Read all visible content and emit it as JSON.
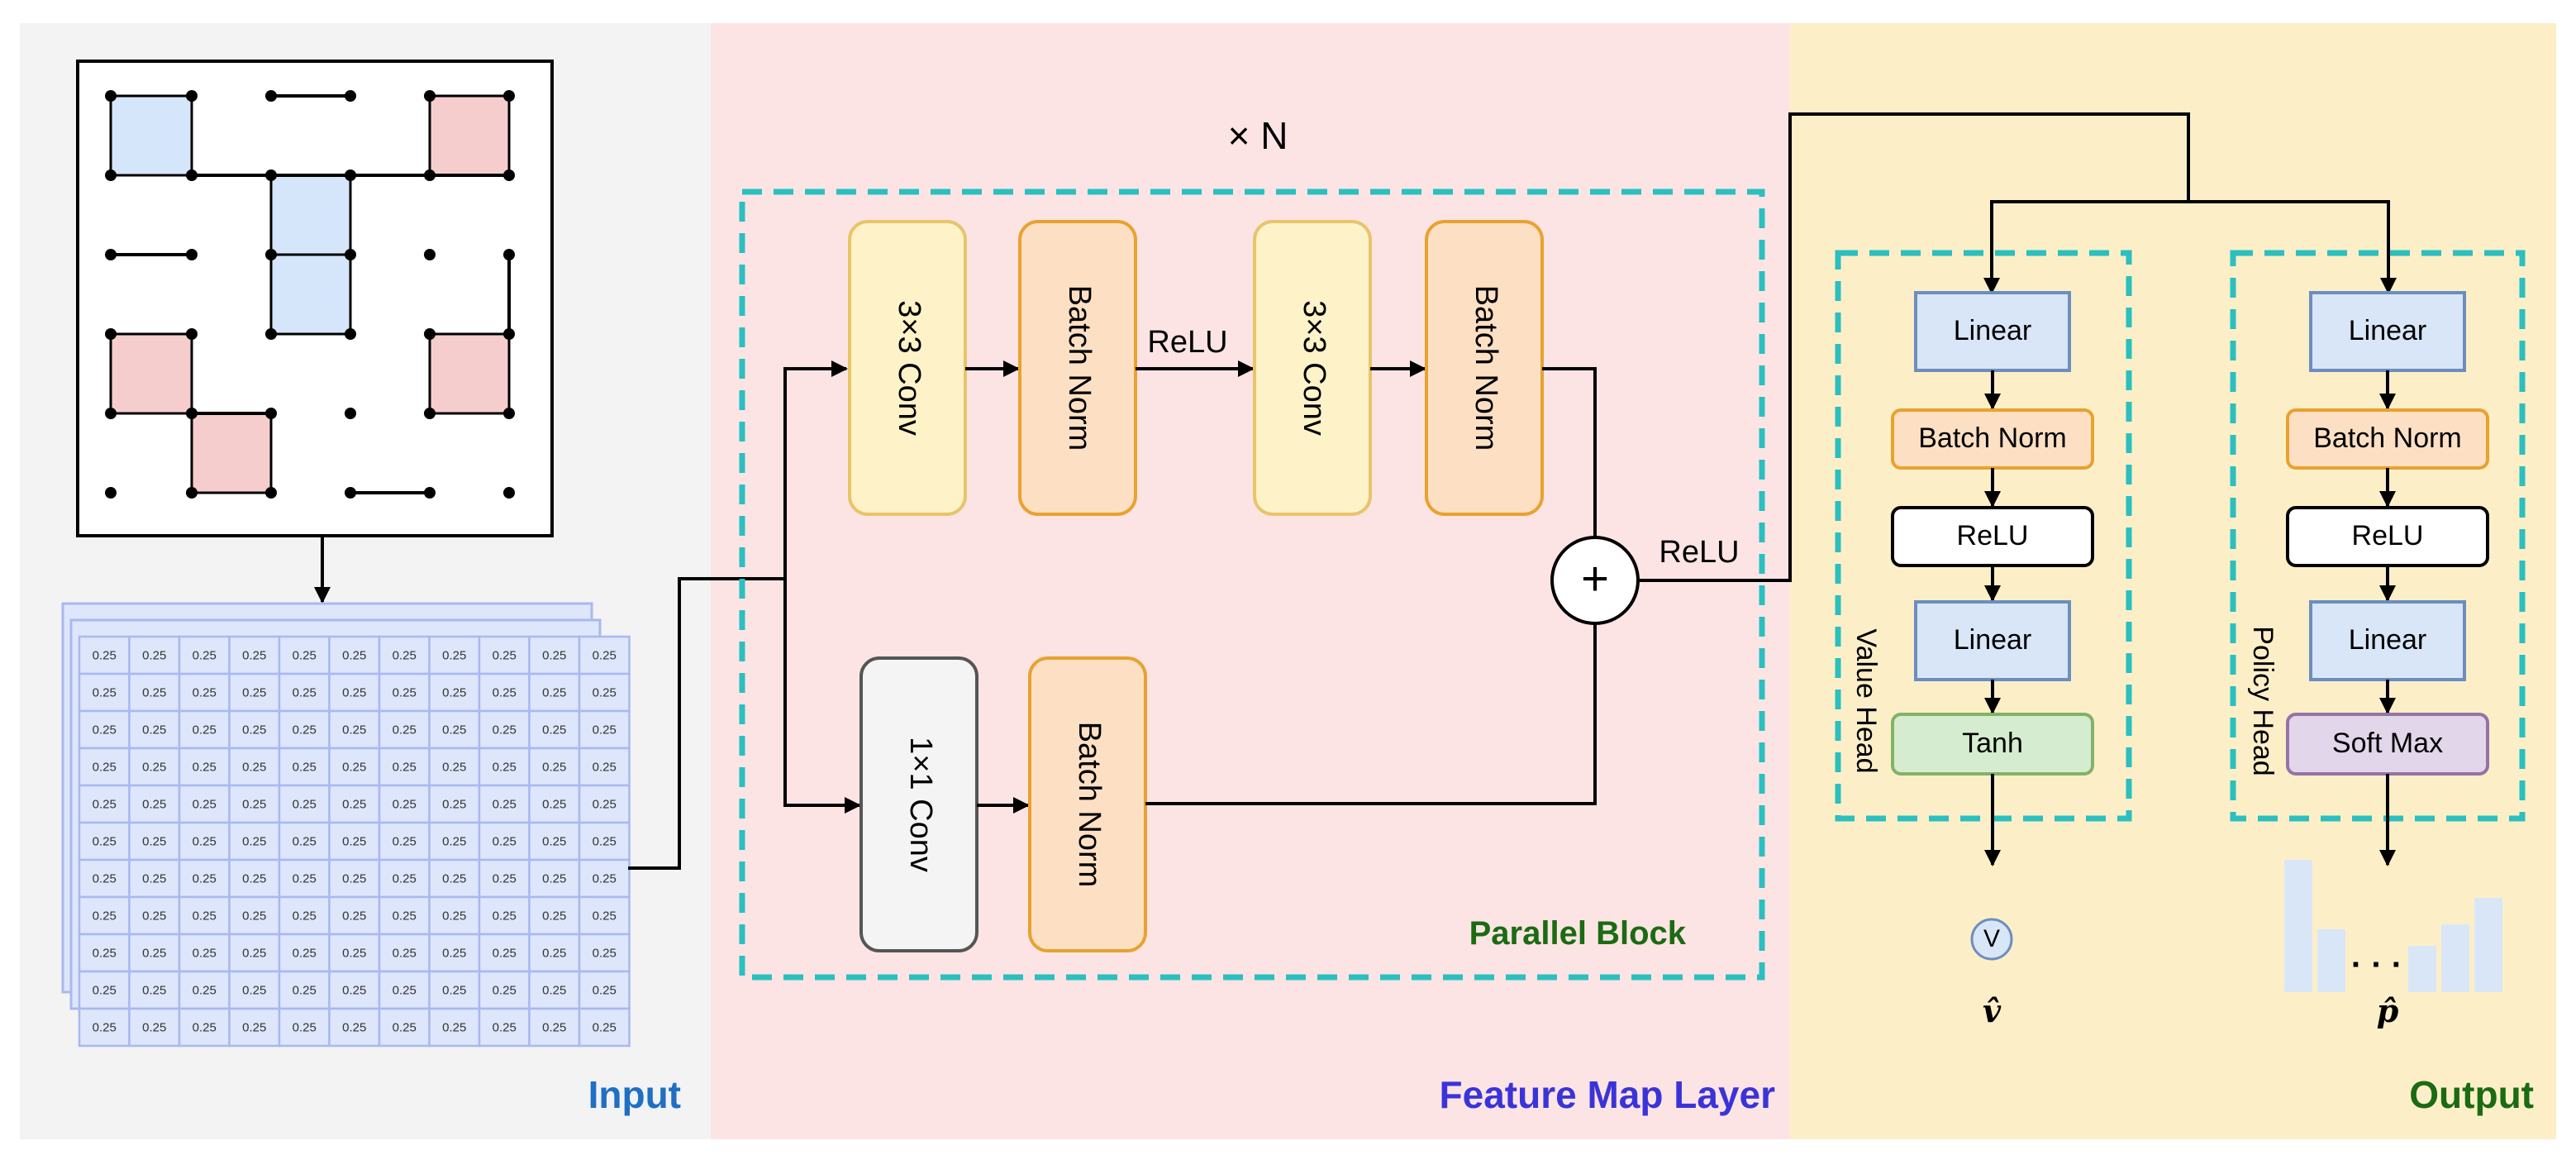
{
  "regions": {
    "input": {
      "title": "Input",
      "color": "#1f6fc4",
      "bg": "#f3f3f3"
    },
    "feature": {
      "title": "Feature Map Layer",
      "color": "#3a34d8",
      "bg": "#fde4e4"
    },
    "output": {
      "title": "Output",
      "color": "#1b6b12",
      "bg": "#fcefc8"
    }
  },
  "repeat_label": "× N",
  "parallel_block_label": "Parallel Block",
  "main_path": {
    "conv1": "3×3 Conv",
    "bn1": "Batch Norm",
    "relu_mid": "ReLU",
    "conv2": "3×3 Conv",
    "bn2": "Batch Norm"
  },
  "shortcut_path": {
    "conv": "1×1 Conv",
    "bn": "Batch Norm"
  },
  "add_symbol": "+",
  "relu_after_add": "ReLU",
  "value_head": {
    "title": "Value Head",
    "layers": [
      "Linear",
      "Batch Norm",
      "ReLU",
      "Linear",
      "Tanh"
    ],
    "output_node": "V",
    "output_symbol": "v̂"
  },
  "policy_head": {
    "title": "Policy Head",
    "layers": [
      "Linear",
      "Batch Norm",
      "ReLU",
      "Linear",
      "Soft Max"
    ],
    "output_dots": "· · ·",
    "output_symbol": "p̂"
  },
  "input_grid": {
    "cell_value": "0.25",
    "rows": 11,
    "cols": 11
  },
  "colors": {
    "teal_dash": "#2bbfbf",
    "conv_fill": "#fdf2c8",
    "conv_stroke": "#e8c46a",
    "bn_fill": "#fde0c4",
    "bn_stroke": "#e8a230",
    "gray_fill": "#f4f4f4",
    "gray_stroke": "#555555",
    "linear_fill": "#d9e6f8",
    "linear_stroke": "#6c8ebf",
    "tanh_fill": "#d6ecd0",
    "tanh_stroke": "#82b366",
    "softmax_fill": "#e2d6ea",
    "softmax_stroke": "#9673a6",
    "board_blue": "#d6e6fa",
    "board_red": "#f6cdcd",
    "grid_fill": "#dde6fb",
    "grid_stroke": "#a9b8ef"
  }
}
